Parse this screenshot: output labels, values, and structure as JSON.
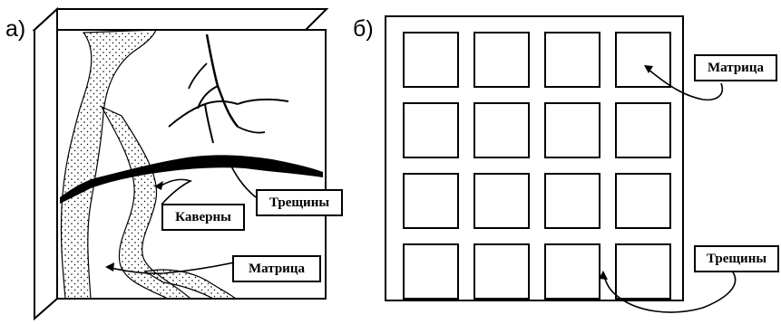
{
  "panel_a": {
    "letter": "а)",
    "labels": {
      "caverns": "Каверны",
      "fractures": "Трещины",
      "matrix": "Матрица"
    }
  },
  "panel_b": {
    "letter": "б)",
    "grid": {
      "rows": 4,
      "cols": 4
    },
    "labels": {
      "matrix": "Матрица",
      "fractures": "Трещины"
    }
  },
  "colors": {
    "ink": "#000000",
    "paper": "#ffffff"
  }
}
